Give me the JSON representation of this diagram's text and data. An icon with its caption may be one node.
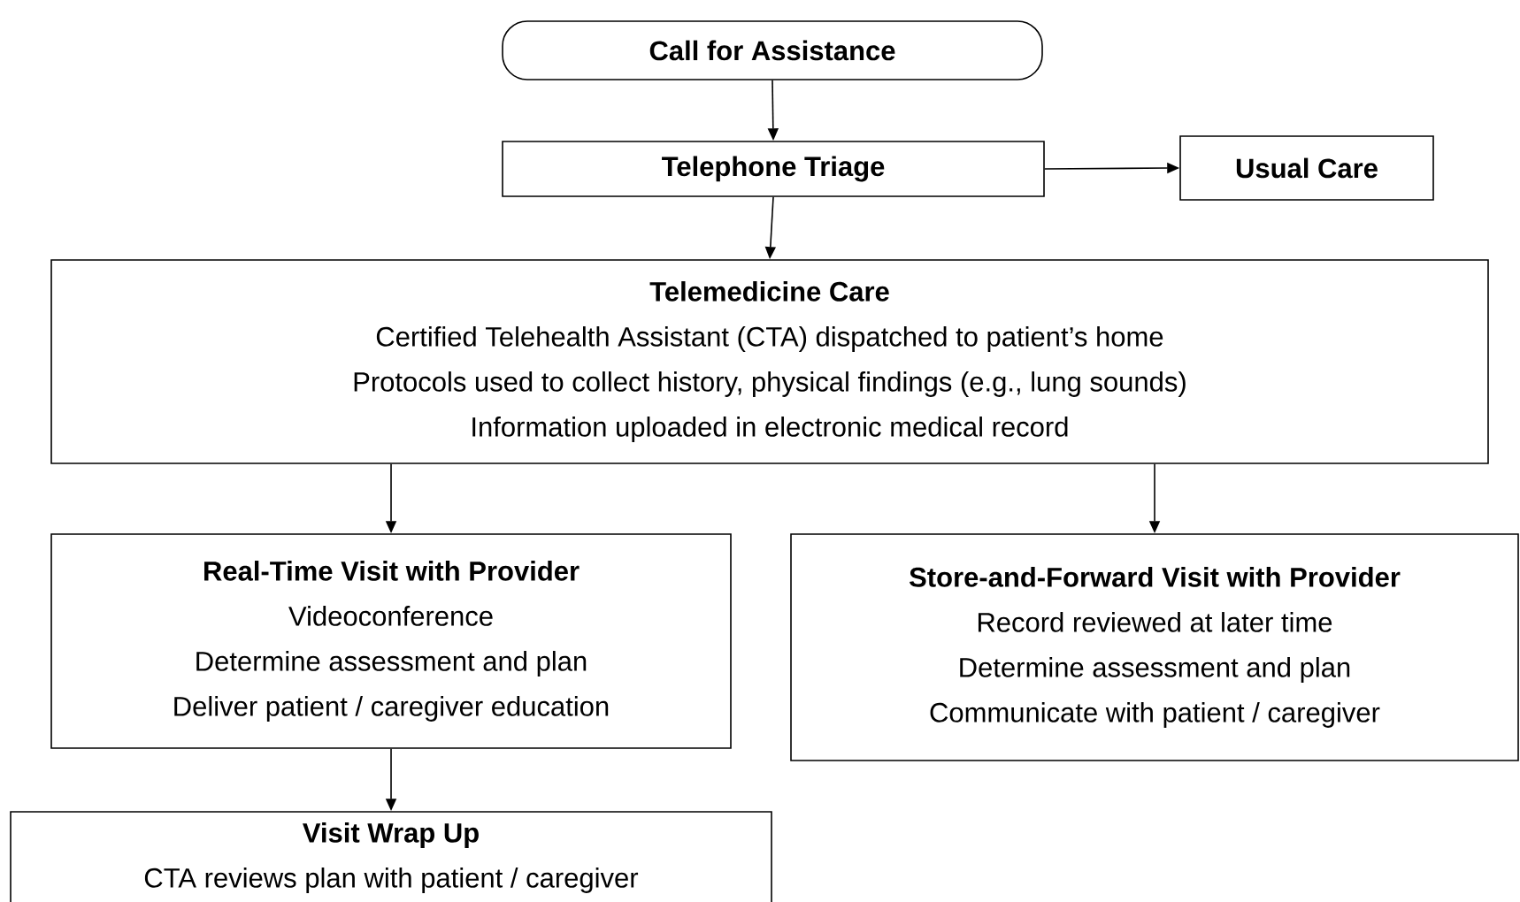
{
  "diagram": {
    "nodes": [
      {
        "text": [
          "Call for Assistance"
        ]
      },
      {
        "text": [
          "Telephone Triage"
        ]
      },
      {
        "text": [
          "Usual Care"
        ]
      },
      {
        "text": [
          "Telemedicine Care",
          "Certified Telehealth Assistant (CTA) dispatched to patient’s home",
          "Protocols used to collect history, physical findings (e.g., lung sounds)",
          "Information uploaded in electronic medical record"
        ]
      },
      {
        "text": [
          "Real-Time Visit with Provider",
          "Videoconference",
          "Determine assessment and plan",
          "Deliver patient / caregiver education"
        ]
      },
      {
        "text": [
          "Store-and-Forward Visit with Provider",
          "Record reviewed at later time",
          "Determine assessment and plan",
          "Communicate with patient / caregiver"
        ]
      },
      {
        "text": [
          "Visit Wrap Up",
          "CTA reviews plan with patient / caregiver"
        ]
      }
    ],
    "edges": [
      {
        "from": 0,
        "to": 1,
        "arrow": "to"
      },
      {
        "from": 1,
        "to": 2,
        "arrow": "to"
      },
      {
        "from": 1,
        "to": 3,
        "arrow": "to"
      },
      {
        "from": 3,
        "to": 4,
        "arrow": "to"
      },
      {
        "from": 3,
        "to": 5,
        "arrow": "to"
      },
      {
        "from": 4,
        "to": 6,
        "arrow": "to"
      }
    ]
  }
}
